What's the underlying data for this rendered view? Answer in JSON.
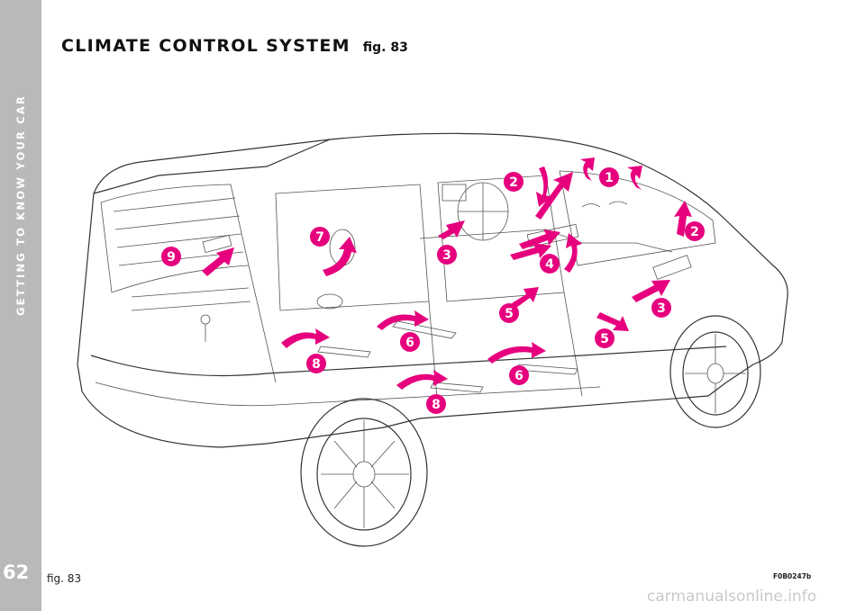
{
  "sidebar": {
    "section_title": "GETTING TO KNOW YOUR CAR",
    "page_number": "62"
  },
  "header": {
    "title": "CLIMATE CONTROL SYSTEM",
    "figure_ref": "fig. 83"
  },
  "figure": {
    "caption": "fig. 83",
    "code": "F0B0247b",
    "accent_color": "#e6007e",
    "callouts": [
      {
        "id": "callout-1",
        "label": "1"
      },
      {
        "id": "callout-2-center",
        "label": "2"
      },
      {
        "id": "callout-2-right",
        "label": "2"
      },
      {
        "id": "callout-3-left",
        "label": "3"
      },
      {
        "id": "callout-3-right",
        "label": "3"
      },
      {
        "id": "callout-4",
        "label": "4"
      },
      {
        "id": "callout-5-left",
        "label": "5"
      },
      {
        "id": "callout-5-right",
        "label": "5"
      },
      {
        "id": "callout-6-rear",
        "label": "6"
      },
      {
        "id": "callout-6-front",
        "label": "6"
      },
      {
        "id": "callout-7",
        "label": "7"
      },
      {
        "id": "callout-8-rear",
        "label": "8"
      },
      {
        "id": "callout-8-front",
        "label": "8"
      },
      {
        "id": "callout-9",
        "label": "9"
      }
    ]
  },
  "footer": {
    "watermark": "carmanualsonline.info"
  }
}
